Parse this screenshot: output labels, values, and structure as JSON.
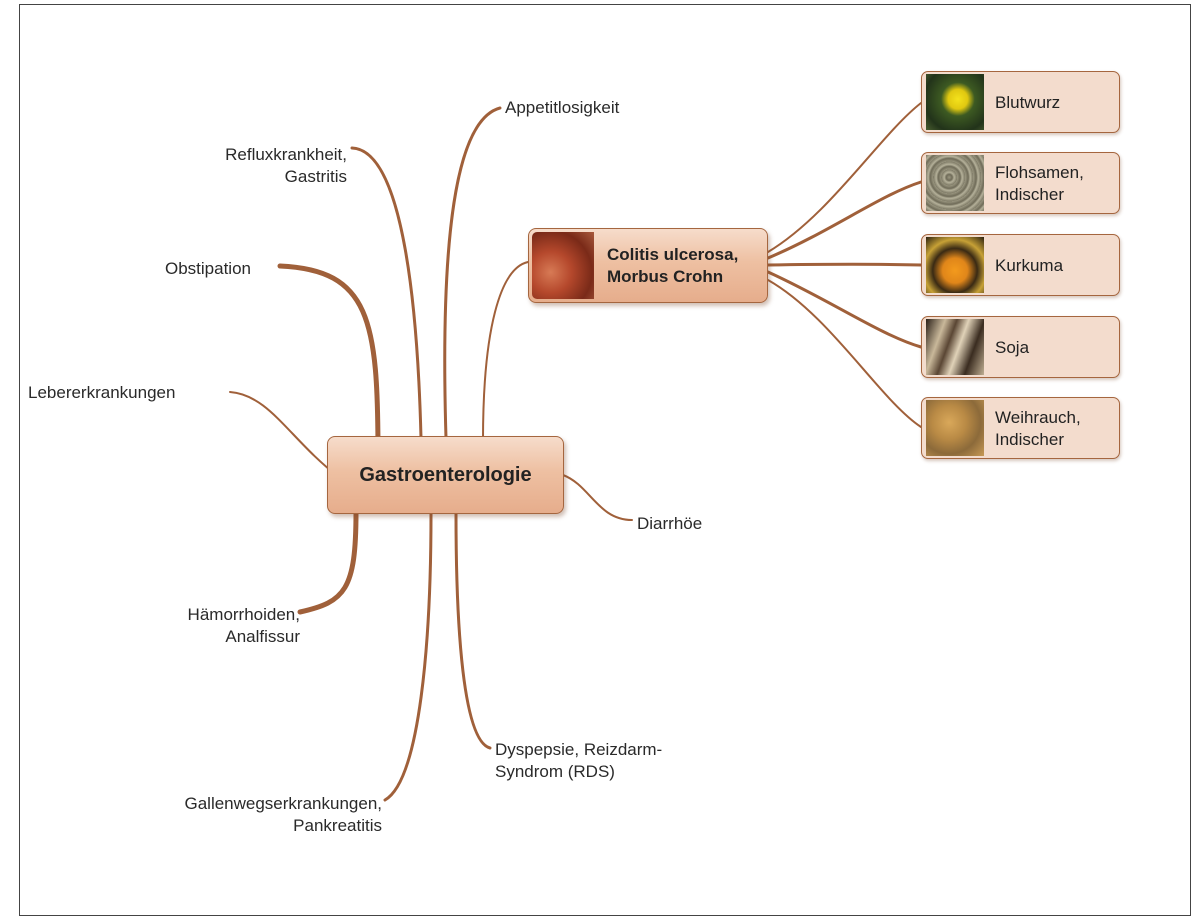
{
  "center": {
    "label": "Gastroenterologie"
  },
  "subtopic": {
    "label_line1": "Colitis ulcerosa,",
    "label_line2": "Morbus Crohn"
  },
  "branches": {
    "appetit": "Appetitlosigkeit",
    "reflux_1": "Refluxkrankheit,",
    "reflux_2": "Gastritis",
    "obstipation": "Obstipation",
    "leber": "Lebererkrankungen",
    "diarrhoe": "Diarrhöe",
    "haemorrhoiden_1": "Hämorrhoiden,",
    "haemorrhoiden_2": "Analfissur",
    "dyspepsie_1": "Dyspepsie, Reizdarm-",
    "dyspepsie_2": "Syndrom (RDS)",
    "gallen_1": "Gallenwegserkrankungen,",
    "gallen_2": "Pankreatitis"
  },
  "plants": {
    "blutwurz": "Blutwurz",
    "flohsamen_1": "Flohsamen,",
    "flohsamen_2": "Indischer",
    "kurkuma": "Kurkuma",
    "soja": "Soja",
    "weihrauch_1": "Weihrauch,",
    "weihrauch_2": "Indischer"
  },
  "colors": {
    "connector": "#a0603a",
    "node_border": "#a5663f",
    "node_fill": "#eec0a2",
    "leaf_fill": "#f3dccd"
  }
}
